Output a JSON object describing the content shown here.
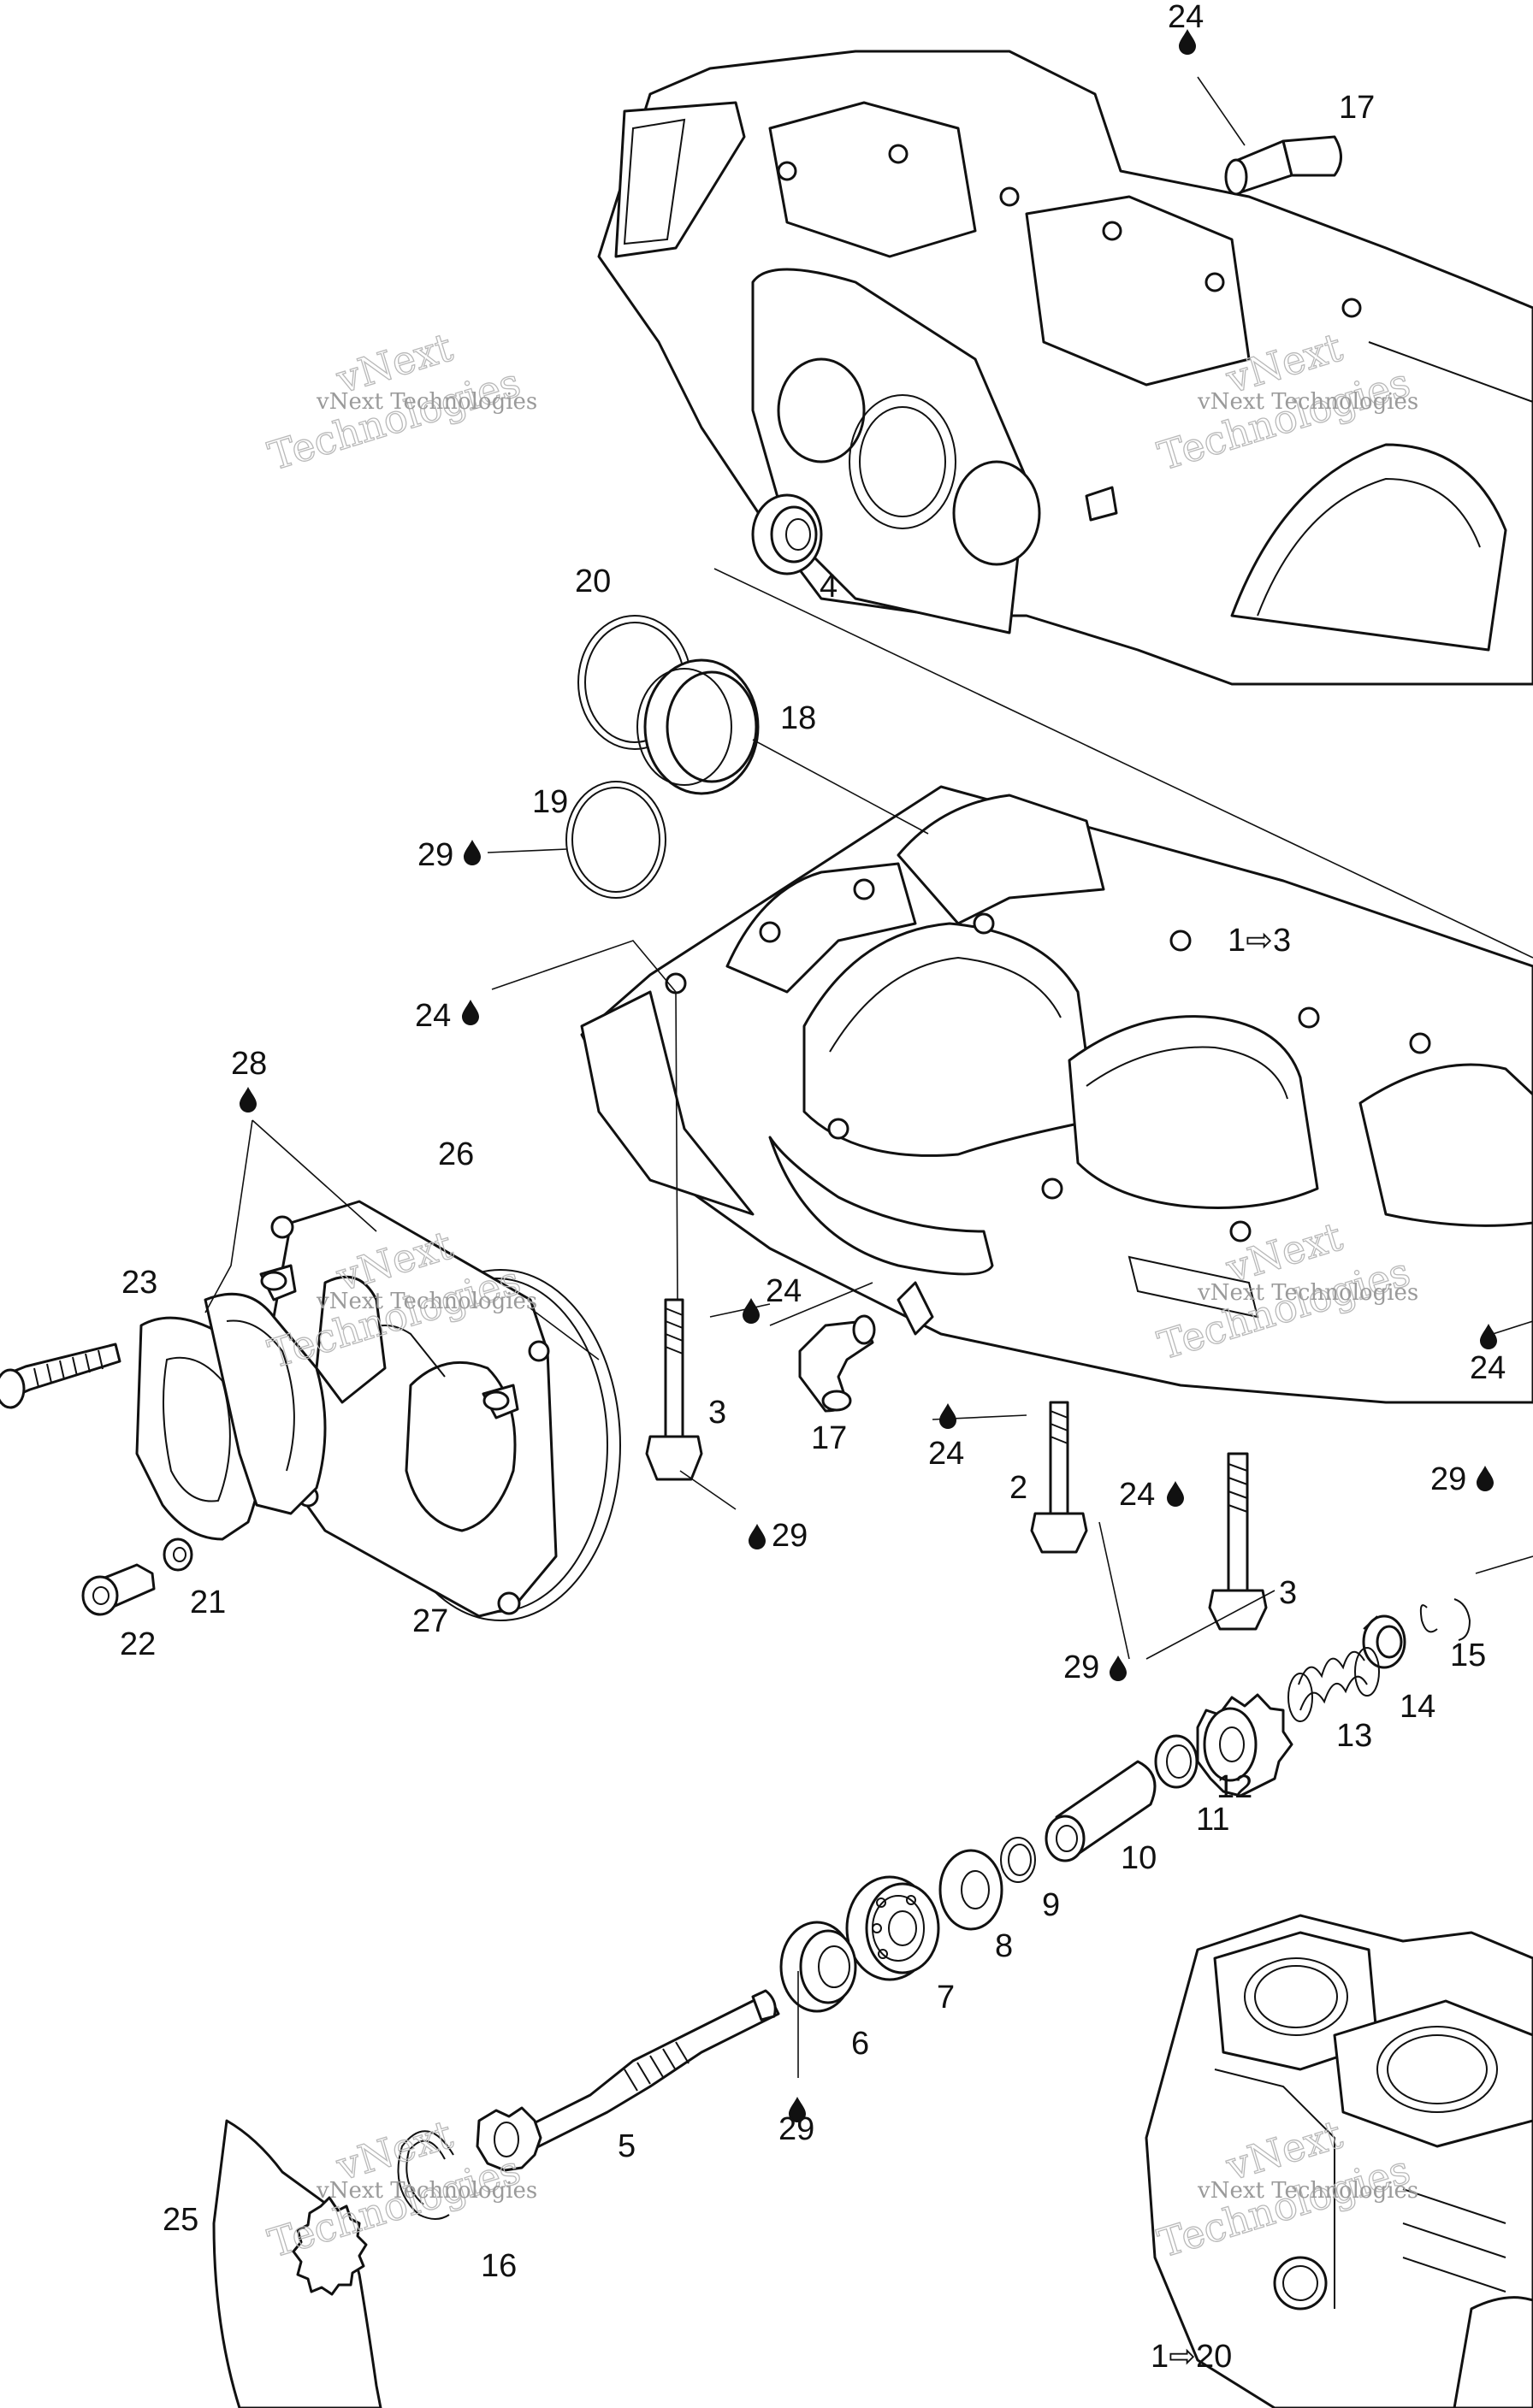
{
  "callouts": {
    "c24_top": "24",
    "c17_top": "17",
    "c4": "4",
    "c20": "20",
    "c18": "18",
    "c19": "19",
    "c29_left": "29",
    "c1to3": "1⇨3",
    "c24_mid": "24",
    "c28": "28",
    "c26": "26",
    "c23": "23",
    "c24_bolt": "24",
    "c17_mid": "17",
    "c24_fit": "24",
    "c24_right": "24",
    "c29_right": "29",
    "c3_left": "3",
    "c29_bolt": "29",
    "c2": "2",
    "c24_bolt2": "24",
    "c3_right": "3",
    "c29_pair": "29",
    "c21": "21",
    "c22": "22",
    "c27": "27",
    "c15": "15",
    "c14": "14",
    "c13": "13",
    "c12": "12",
    "c11": "11",
    "c10": "10",
    "c9": "9",
    "c8": "8",
    "c7": "7",
    "c6": "6",
    "c29_seal": "29",
    "c5": "5",
    "c16": "16",
    "c25": "25",
    "c1to20": "1⇨20"
  },
  "watermark": {
    "brand_line1": "vNext",
    "brand_line2": "Technologies",
    "company": "vNext Technologies"
  },
  "icons": {
    "lubricant": "lubricant-drop-icon"
  }
}
